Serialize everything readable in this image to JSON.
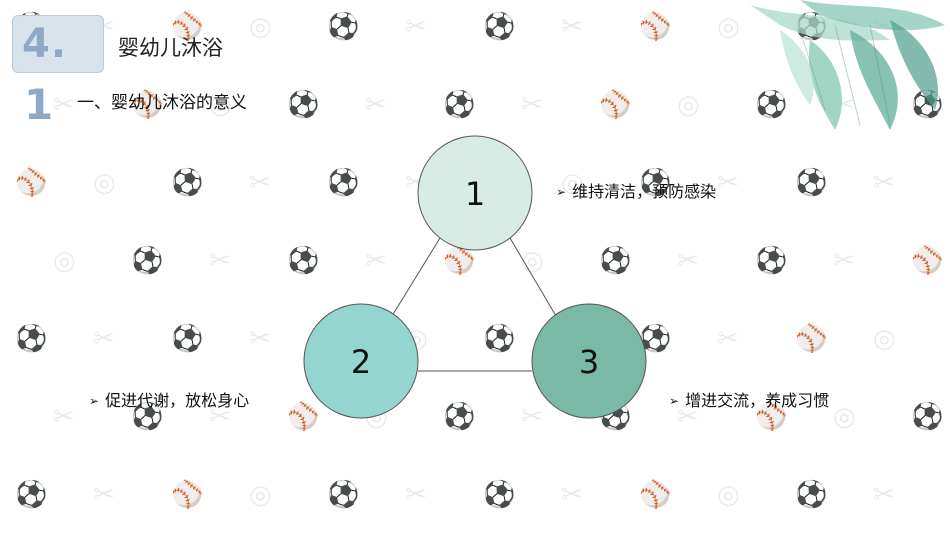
{
  "section_number": "4.",
  "sub_number": "1",
  "title": "婴幼儿沐浴",
  "subtitle": "一、婴幼儿沐浴的意义",
  "diagram": {
    "nodes": [
      {
        "label": "1",
        "fill": "#d8ebe4"
      },
      {
        "label": "2",
        "fill": "#95d5d0"
      },
      {
        "label": "3",
        "fill": "#7ab9a6"
      }
    ],
    "bullets": [
      {
        "text": "维持清洁，预防感染"
      },
      {
        "text": "促进代谢，放松身心"
      },
      {
        "text": "增进交流，养成习惯"
      }
    ],
    "bullet_marker": "➢"
  },
  "colors": {
    "badge_text": "#8fa9c4",
    "badge_bg": "#d9e3ec",
    "leaf_green": "#6fb3a2"
  }
}
